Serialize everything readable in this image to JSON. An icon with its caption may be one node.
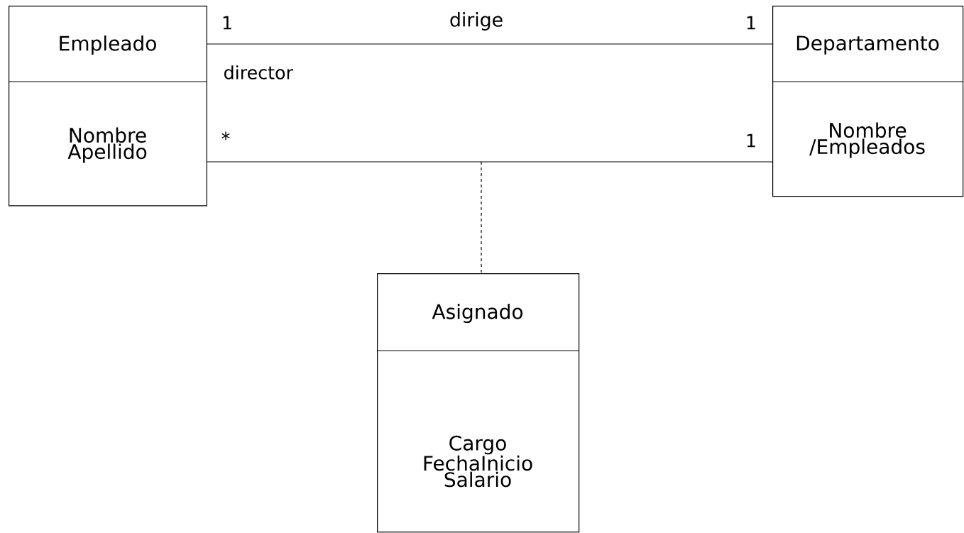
{
  "diagram": {
    "nodes": [
      {
        "text": [
          "Empleado",
          "Nombre Apellido"
        ]
      },
      {
        "text": [
          "Departamento",
          "Nombre /Empleados"
        ]
      },
      {
        "text": [
          "Asignado",
          "Cargo FechaInicio Salario"
        ]
      }
    ],
    "edges": [
      {
        "from": 0,
        "to": 1,
        "arrow": "none",
        "label": "dirige"
      },
      {
        "from": 0,
        "to": 1,
        "arrow": "none"
      },
      {
        "from": null,
        "to": 2,
        "arrow": "none",
        "style": "dashed"
      }
    ],
    "labels": [
      "1",
      "1",
      "director",
      "*",
      "1"
    ]
  }
}
